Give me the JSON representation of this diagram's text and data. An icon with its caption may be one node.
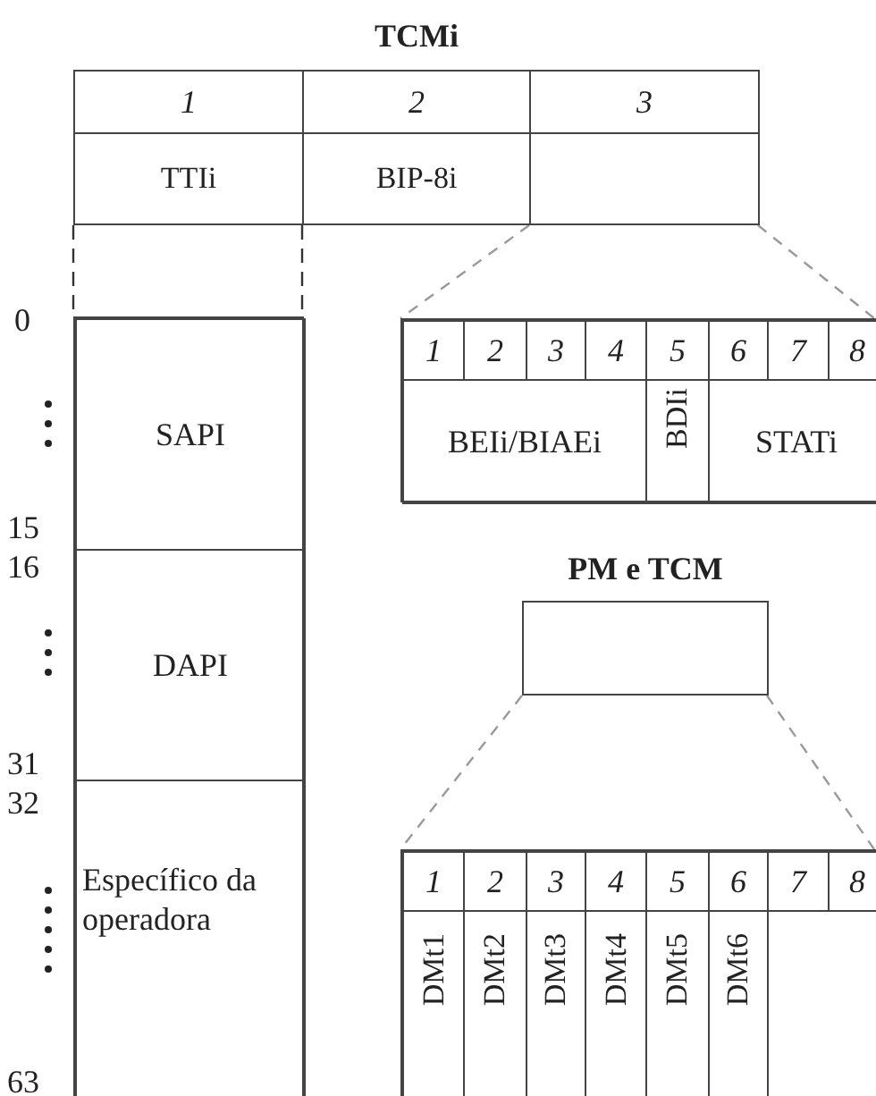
{
  "diagram": {
    "nodes": [
      {
        "text": [
          "TCMi"
        ]
      },
      {
        "text": [
          "1"
        ],
        "in": 0
      },
      {
        "text": [
          "2"
        ],
        "in": 0
      },
      {
        "text": [
          "3"
        ],
        "in": 0
      },
      {
        "text": [
          "TTIi"
        ],
        "in": 0
      },
      {
        "text": [
          "BIP-8i"
        ],
        "in": 0
      },
      {
        "text": [],
        "shape": "box",
        "in": 0
      },
      {
        "text": [],
        "shape": "box"
      },
      {
        "text": [
          "SAPI"
        ],
        "in": 7
      },
      {
        "text": [
          "DAPI"
        ],
        "in": 7
      },
      {
        "text": [
          "Específico da operadora"
        ],
        "in": 7
      },
      {
        "text": [],
        "shape": "box"
      },
      {
        "text": [
          "1"
        ],
        "in": 11
      },
      {
        "text": [
          "2"
        ],
        "in": 11
      },
      {
        "text": [
          "3"
        ],
        "in": 11
      },
      {
        "text": [
          "4"
        ],
        "in": 11
      },
      {
        "text": [
          "5"
        ],
        "in": 11
      },
      {
        "text": [
          "6"
        ],
        "in": 11
      },
      {
        "text": [
          "7"
        ],
        "in": 11
      },
      {
        "text": [
          "8"
        ],
        "in": 11
      },
      {
        "text": [
          "BEIi/BIAEi"
        ],
        "in": 11
      },
      {
        "text": [
          "BDIi"
        ],
        "in": 11
      },
      {
        "text": [
          "STATi"
        ],
        "in": 11
      },
      {
        "text": [
          "PM e TCM"
        ]
      },
      {
        "text": [],
        "shape": "box"
      },
      {
        "text": [
          "1"
        ],
        "in": 24
      },
      {
        "text": [
          "2"
        ],
        "in": 24
      },
      {
        "text": [
          "3"
        ],
        "in": 24
      },
      {
        "text": [
          "4"
        ],
        "in": 24
      },
      {
        "text": [
          "5"
        ],
        "in": 24
      },
      {
        "text": [
          "6"
        ],
        "in": 24
      },
      {
        "text": [
          "7"
        ],
        "in": 24
      },
      {
        "text": [
          "8"
        ],
        "in": 24
      },
      {
        "text": [
          "DMt1"
        ],
        "in": 24
      },
      {
        "text": [
          "DMt2"
        ],
        "in": 24
      },
      {
        "text": [
          "DMt3"
        ],
        "in": 24
      },
      {
        "text": [
          "DMt4"
        ],
        "in": 24
      },
      {
        "text": [
          "DMt5"
        ],
        "in": 24
      },
      {
        "text": [
          "DMt6"
        ],
        "in": 24
      }
    ],
    "edges": [
      {
        "from": 4,
        "to": 7,
        "arrow": "none",
        "style": "dashed",
        "color": "#333333"
      },
      {
        "from": 4,
        "to": 7,
        "arrow": "none",
        "style": "dashed",
        "color": "#333333"
      },
      {
        "from": 6,
        "to": 11,
        "arrow": "none",
        "style": "dashed"
      },
      {
        "from": 6,
        "to": 11,
        "arrow": "none",
        "style": "dashed"
      },
      {
        "from": 23,
        "to": 24,
        "arrow": "none",
        "style": "dashed"
      },
      {
        "from": 23,
        "to": 24,
        "arrow": "none",
        "style": "dashed"
      }
    ],
    "labels": [
      "0",
      "15",
      "16",
      "31",
      "32",
      "63"
    ]
  }
}
